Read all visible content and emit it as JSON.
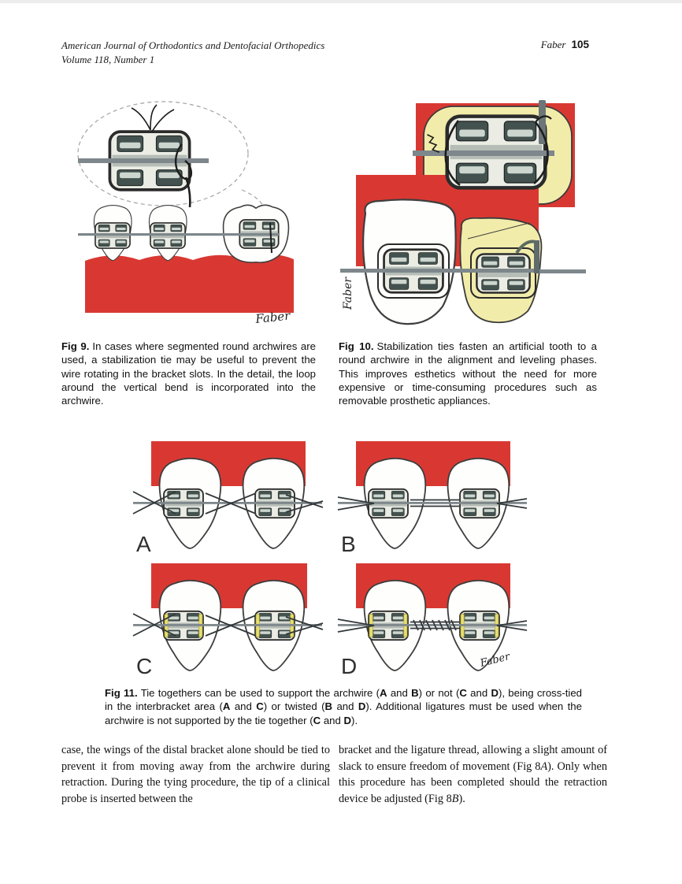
{
  "header": {
    "journal": "American Journal of Orthodontics and Dentofacial Orthopedics",
    "volume": "Volume 118, Number 1",
    "author": "Faber",
    "page_number": "105"
  },
  "figures": {
    "fig9": {
      "label": "Fig 9.",
      "caption": "In cases where segmented round archwires are used, a stabilization tie may be useful to prevent the wire rotating in the bracket slots. In the detail, the loop around the vertical bend is incorporated into the archwire.",
      "signature": "Faber"
    },
    "fig10": {
      "label": "Fig 10.",
      "caption": "Stabilization ties fasten an artificial tooth to a round archwire in the alignment and leveling phases. This improves esthetics without the need for more expensive or time-consuming procedures such as removable prosthetic appliances.",
      "signature": "Faber"
    },
    "fig11": {
      "panel_labels": [
        "A",
        "B",
        "C",
        "D"
      ],
      "signature": "Faber",
      "caption_segments": [
        {
          "text": "Fig 11.",
          "bold": true
        },
        {
          "text": " Tie togethers can be used to support the archwire ("
        },
        {
          "text": "A",
          "bold": true
        },
        {
          "text": " and "
        },
        {
          "text": "B",
          "bold": true
        },
        {
          "text": ") or not ("
        },
        {
          "text": "C",
          "bold": true
        },
        {
          "text": " and "
        },
        {
          "text": "D",
          "bold": true
        },
        {
          "text": "), being cross-tied in the interbracket area ("
        },
        {
          "text": "A",
          "bold": true
        },
        {
          "text": " and "
        },
        {
          "text": "C",
          "bold": true
        },
        {
          "text": ") or twisted ("
        },
        {
          "text": "B",
          "bold": true
        },
        {
          "text": " and "
        },
        {
          "text": "D",
          "bold": true
        },
        {
          "text": "). Additional ligatures must be used when the archwire is not supported by the tie together ("
        },
        {
          "text": "C",
          "bold": true
        },
        {
          "text": " and "
        },
        {
          "text": "D",
          "bold": true
        },
        {
          "text": ")."
        }
      ]
    }
  },
  "body": {
    "left_column": "case, the wings of the distal bracket alone should be tied to prevent it from moving away from the archwire during retraction. During the tying procedure, the tip of a clinical probe is inserted between the",
    "right_column_segments": [
      {
        "text": "bracket and the ligature thread, allowing a slight amount of slack to ensure freedom of movement (Fig 8"
      },
      {
        "text": "A",
        "italic": true
      },
      {
        "text": "). Only when this procedure has been completed should the retraction device be adjusted (Fig 8"
      },
      {
        "text": "B",
        "italic": true
      },
      {
        "text": ")."
      }
    ]
  },
  "colors": {
    "gingiva_red": "#d93832",
    "artificial_tooth_yellow": "#f2ecab",
    "ligature_yellow": "#e7df72",
    "bracket_base": "#ebede5",
    "bracket_wing": "#43524f",
    "archwire_gray": "#7e878b"
  }
}
